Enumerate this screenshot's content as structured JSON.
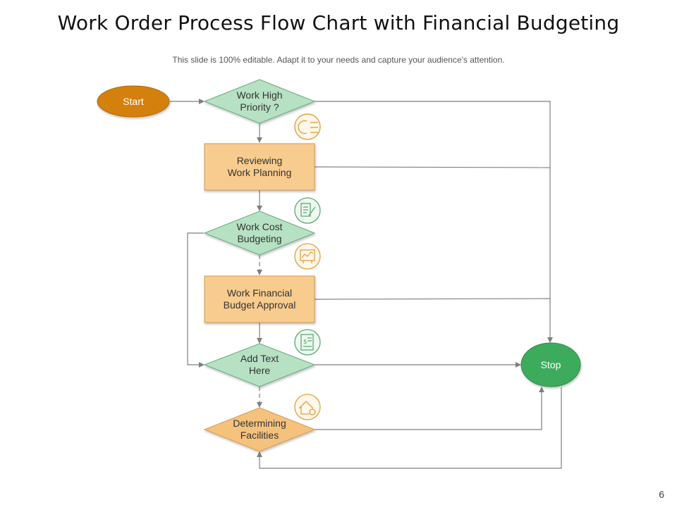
{
  "slide": {
    "title": "Work Order Process Flow Chart with Financial Budgeting",
    "subtitle": "This slide is 100% editable. Adapt it to your needs and capture your audience's attention.",
    "page_number": "6"
  },
  "nodes": {
    "start": "Start",
    "work_high_priority": "Work High\nPriority ?",
    "reviewing_work_planning": "Reviewing\nWork Planning",
    "work_cost_budgeting": "Work Cost\nBudgeting",
    "work_financial_budget_approval": "Work Financial\nBudget Approval",
    "add_text_here": "Add Text\nHere",
    "determining_facilities": "Determining\nFacilities",
    "stop": "Stop"
  },
  "icons": {
    "step1": "list-icon",
    "step2": "document-edit-icon",
    "step3": "budget-board-icon",
    "step4": "dollar-invoice-icon",
    "step5": "house-gear-icon"
  },
  "colors": {
    "start_fill": "#d4800f",
    "decision_fill": "#b7e1c3",
    "decision_stroke": "#6aa97e",
    "process_fill": "#f8cb8e",
    "process_stroke": "#d59a52",
    "orange_decision_fill": "#f5c27e",
    "stop_fill": "#3dab5c",
    "connector": "#7f7f7f",
    "icon_orange": "#e0a040",
    "icon_green": "#5aaa72"
  }
}
